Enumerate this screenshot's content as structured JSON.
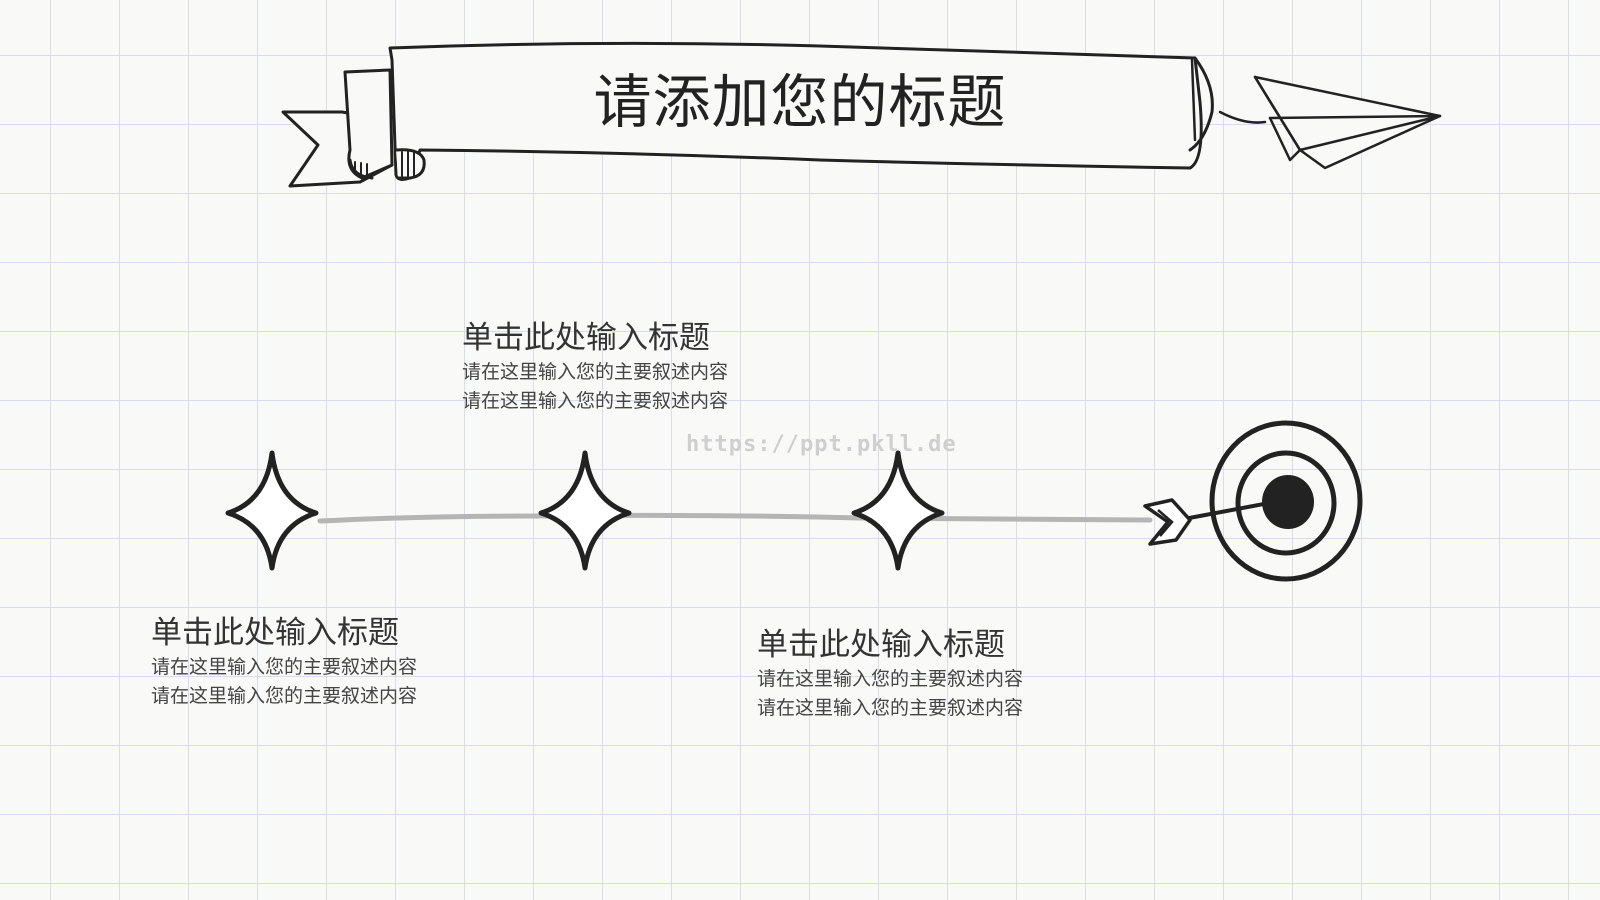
{
  "slide": {
    "title": "请添加您的标题",
    "watermark": "https://ppt.pkll.de"
  },
  "items": [
    {
      "heading": "单击此处输入标题",
      "line1": "请在这里输入您的主要叙述内容",
      "line2": "请在这里输入您的主要叙述内容"
    },
    {
      "heading": "单击此处输入标题",
      "line1": "请在这里输入您的主要叙述内容",
      "line2": "请在这里输入您的主要叙述内容"
    },
    {
      "heading": "单击此处输入标题",
      "line1": "请在这里输入您的主要叙述内容",
      "line2": "请在这里输入您的主要叙述内容"
    }
  ],
  "icons": [
    "ribbon-banner-icon",
    "paper-plane-icon",
    "star-icon",
    "target-arrow-icon"
  ],
  "colors": {
    "ink": "#222222",
    "timeline": "#b5b5b5",
    "grid": "#d9dcec",
    "paper": "#f9f9f7"
  }
}
